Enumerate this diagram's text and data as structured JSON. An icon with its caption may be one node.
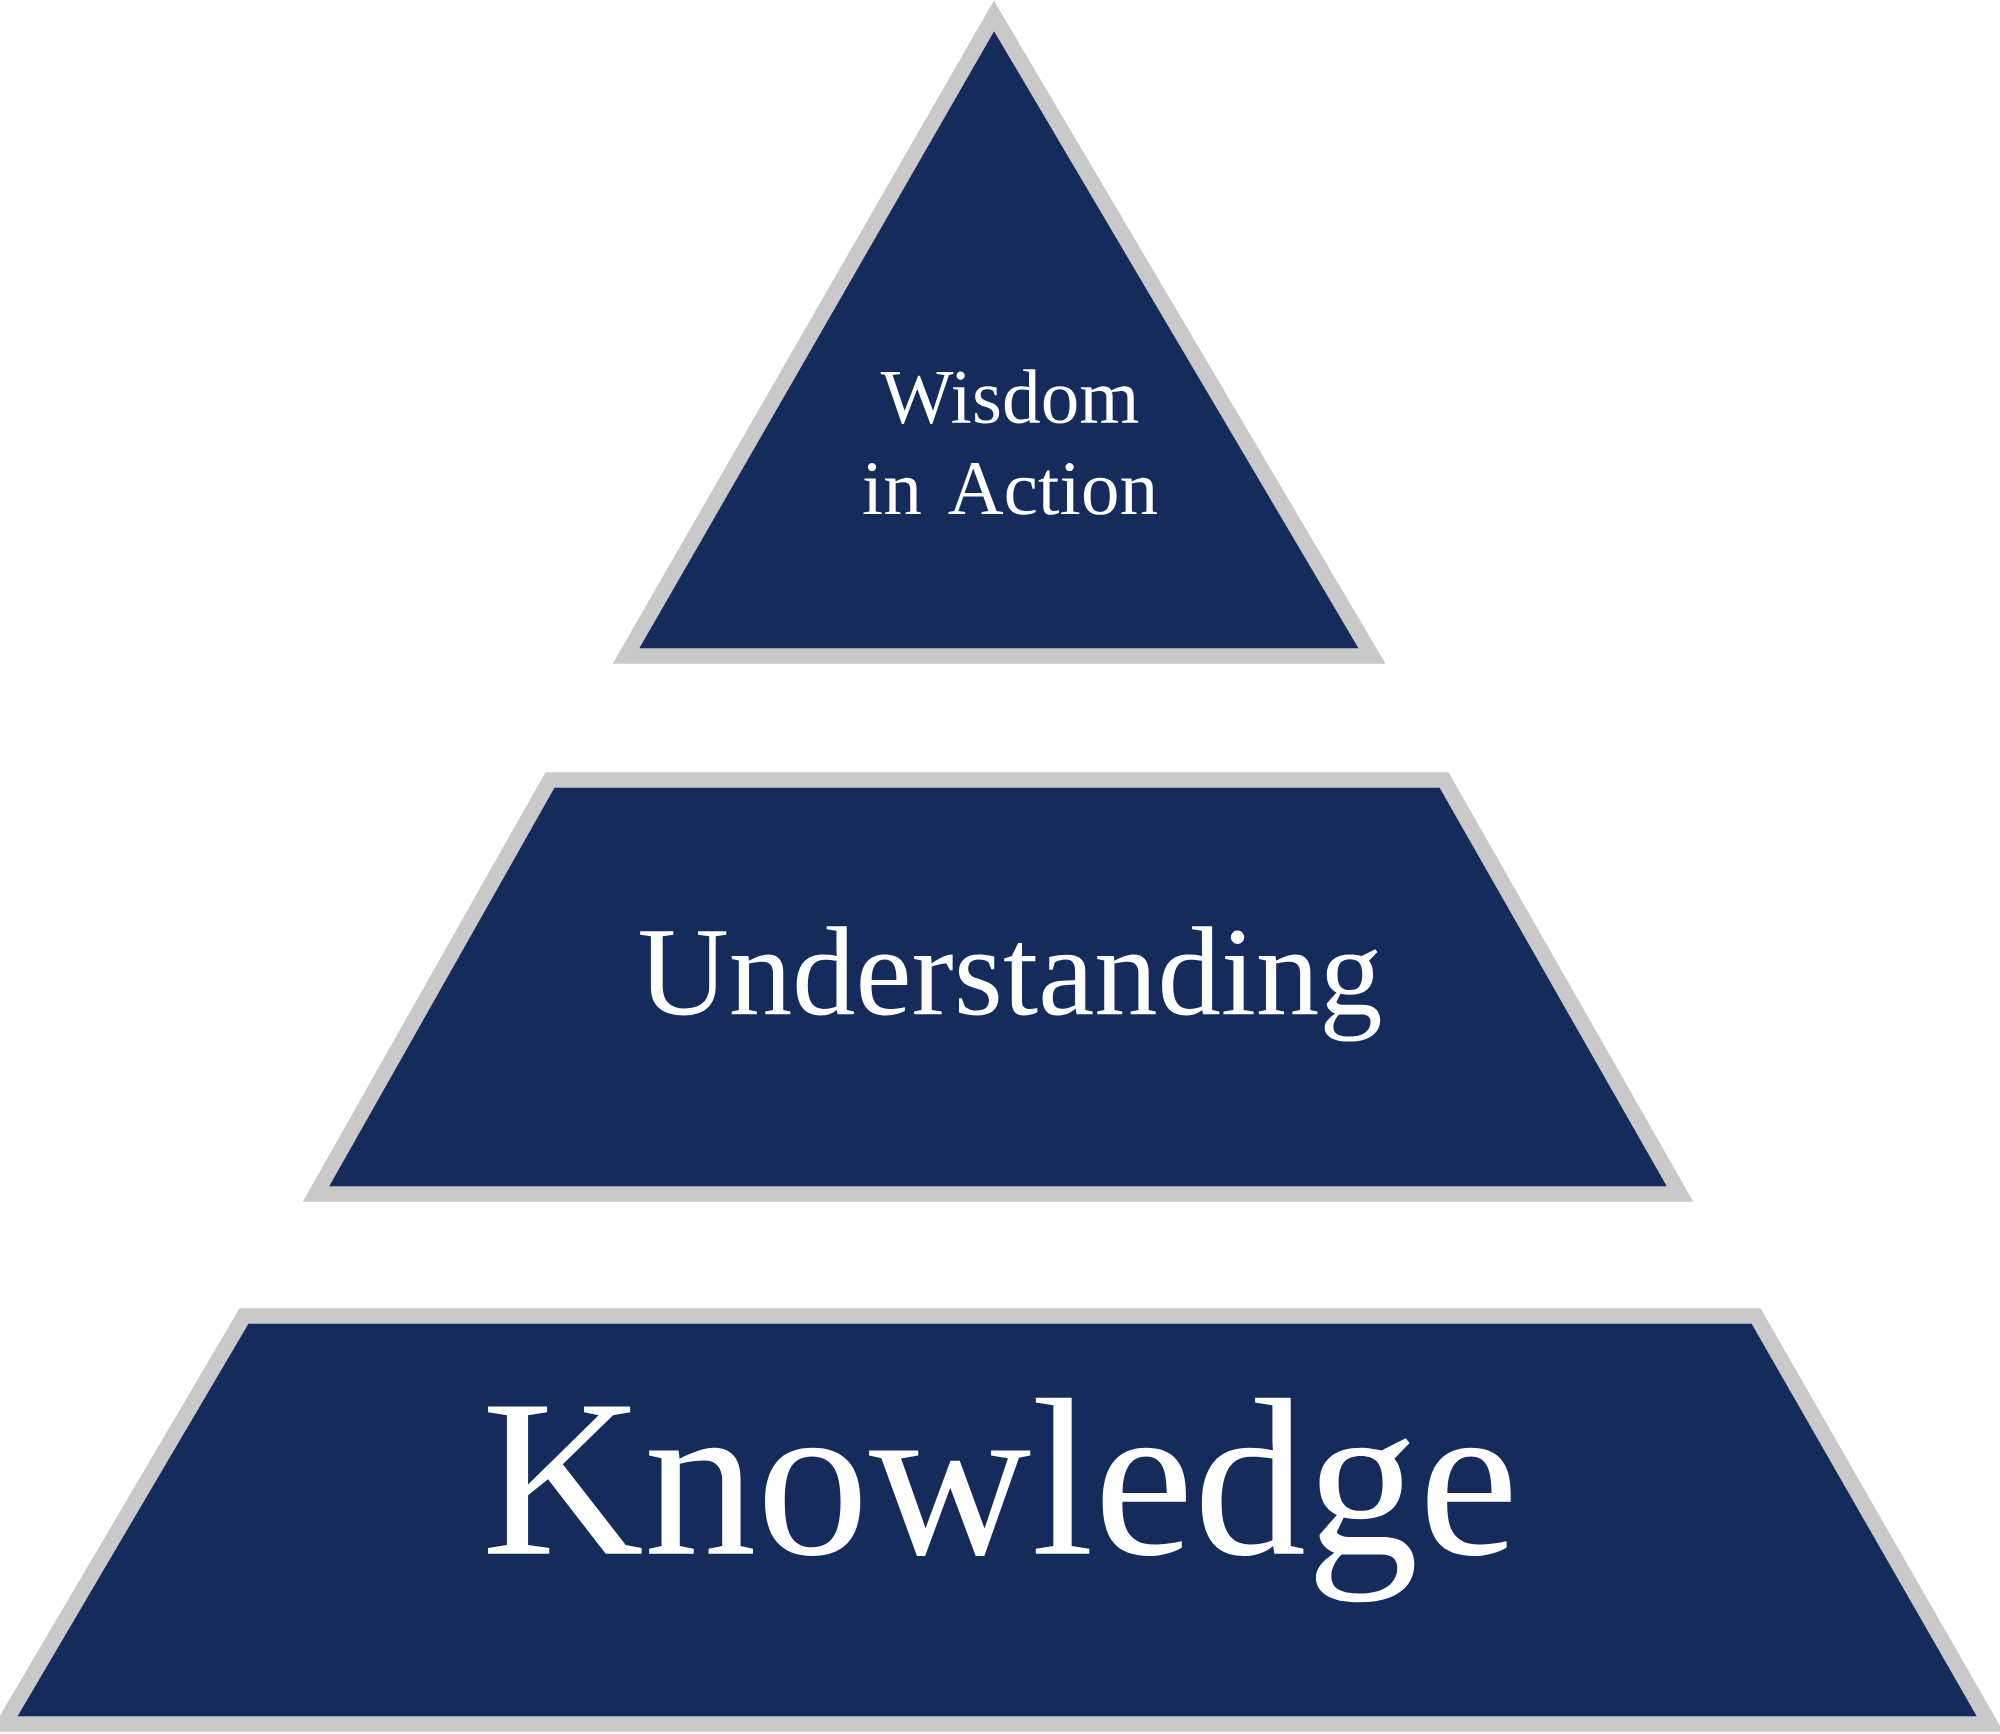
{
  "diagram": {
    "nodes": [
      {
        "text": [
          "Wisdom in Action"
        ]
      },
      {
        "text": [
          "Understanding"
        ]
      },
      {
        "text": [
          "Knowledge"
        ]
      }
    ]
  }
}
